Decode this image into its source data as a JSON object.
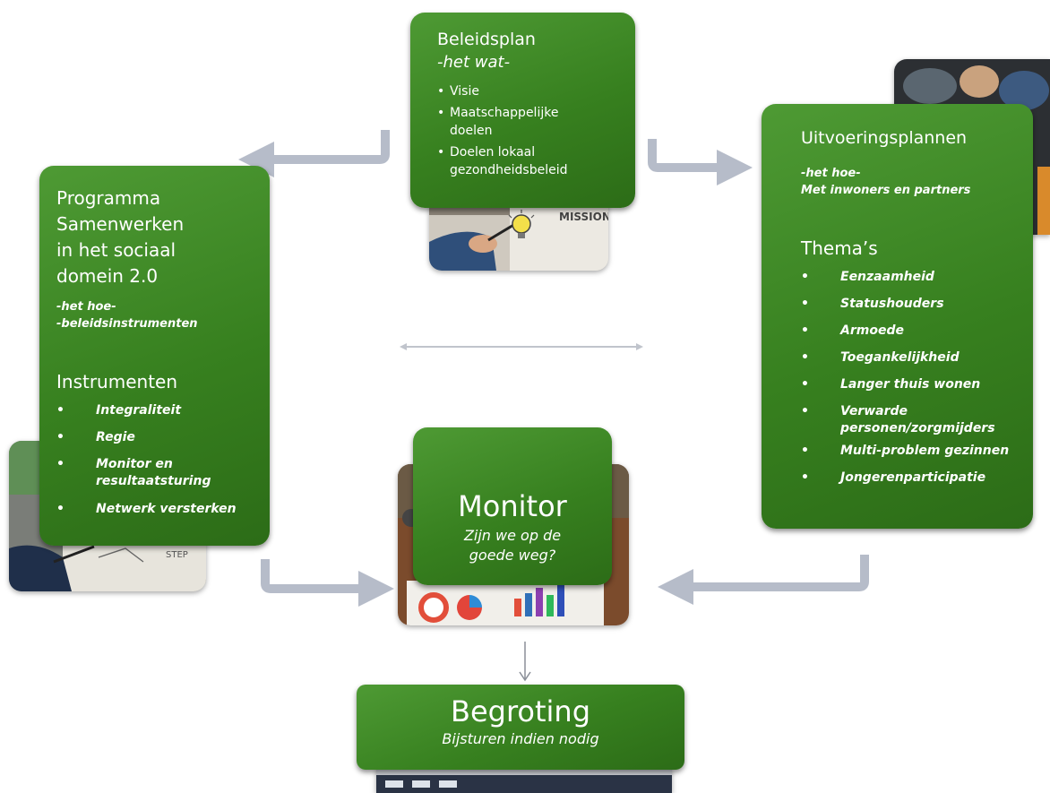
{
  "beleidsplan": {
    "title": "Beleidsplan",
    "subtitle": "-het wat-",
    "items": [
      "Visie",
      "Maatschappelijke doelen",
      "Doelen lokaal gezondheidsbeleid"
    ],
    "photo_text": "MISSION"
  },
  "programma": {
    "title_lines": [
      "Programma",
      "Samenwerken",
      "in het sociaal",
      "domein 2.0"
    ],
    "sub_lines": [
      "-het hoe-",
      "-beleidsinstrumenten"
    ],
    "instr_title": "Instrumenten",
    "items": [
      "Integraliteit",
      "Regie",
      "Monitor en resultaatsturing",
      "Netwerk versterken"
    ],
    "photo_text": "STEP"
  },
  "uitvoering": {
    "title": "Uitvoeringsplannen",
    "sub_lines": [
      "-het hoe-",
      "Met inwoners en partners"
    ],
    "themes_title": "Thema’s",
    "items": [
      "Eenzaamheid",
      "Statushouders",
      "Armoede",
      "Toegankelijkheid",
      "Langer thuis wonen",
      "Verwarde personen/zorgmijders",
      "Multi-problem gezinnen",
      "Jongerenparticipatie"
    ]
  },
  "monitor": {
    "title": "Monitor",
    "subtitle_lines": [
      "Zijn we op de",
      "goede weg?"
    ]
  },
  "begroting": {
    "title": "Begroting",
    "subtitle": "Bijsturen indien nodig"
  },
  "colors": {
    "green": "#37801f",
    "arrow": "#b6bcc9"
  }
}
